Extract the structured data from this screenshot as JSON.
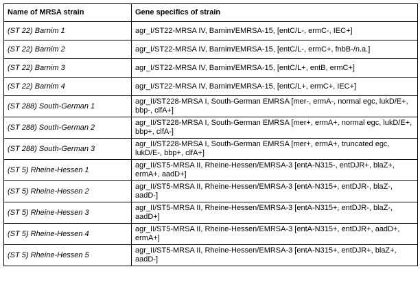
{
  "table": {
    "headers": [
      "Name of MRSA strain",
      "Gene specifics of strain"
    ],
    "rows": [
      {
        "name": "(ST 22) Barnim 1",
        "genes": "agr_I/ST22-MRSA IV, Barnim/EMRSA-15, [entC/L-, ermC-, IEC+]"
      },
      {
        "name": "(ST 22) Barnim 2",
        "genes": "agr_I/ST22-MRSA IV, Barnim/EMRSA-15, [entC/L-, ermC+, fnbB-/n.a.]"
      },
      {
        "name": "(ST 22) Barnim 3",
        "genes": "agr_I/ST22-MRSA IV, Barnim/EMRSA-15, [entC/L+, entB, ermC+]"
      },
      {
        "name": "(ST 22) Barnim 4",
        "genes": "agr_I/ST22-MRSA IV, Barnim/EMRSA-15, [entC/L+, ermC+, IEC+]"
      },
      {
        "name": "(ST 288) South-German 1",
        "genes": "agr_II/ST228-MRSA I, South-German EMRSA [mer-, ermA-, normal egc, lukD/E+, bbp-, clfA+]"
      },
      {
        "name": "(ST 288) South-German 2",
        "genes": "agr_II/ST228-MRSA I, South-German EMRSA [mer+, ermA+, normal egc, lukD/E+, bbp+, clfA-]"
      },
      {
        "name": "(ST 288) South-German 3",
        "genes": "agr_II/ST228-MRSA I, South-German EMRSA [mer+, ermA+, truncated egc, lukD/E-, bbp+, clfA+]"
      },
      {
        "name": "(ST 5) Rheine-Hessen 1",
        "genes": "agr_II/ST5-MRSA II, Rheine-Hessen/EMRSA-3 [entA-N315-, entDJR+, blaZ+, ermA+, aadD+]"
      },
      {
        "name": "(ST 5) Rheine-Hessen 2",
        "genes": "agr_II/ST5-MRSA II, Rheine-Hessen/EMRSA-3 [entA-N315+, entDJR-, blaZ-, aadD-]"
      },
      {
        "name": "(ST 5) Rheine-Hessen 3",
        "genes": "agr_II/ST5-MRSA II, Rheine-Hessen/EMRSA-3 [entA-N315+, entDJR-, blaZ-, aadD+]"
      },
      {
        "name": "(ST 5) Rheine-Hessen 4",
        "genes": "agr_II/ST5-MRSA II, Rheine-Hessen/EMRSA-3 [entA-N315+, entDJR+, aadD+, ermA+]"
      },
      {
        "name": "(ST 5) Rheine-Hessen 5",
        "genes": "agr_II/ST5-MRSA II, Rheine-Hessen/EMRSA-3 [entA-N315+, entDJR+, blaZ+, aadD-]"
      }
    ]
  }
}
